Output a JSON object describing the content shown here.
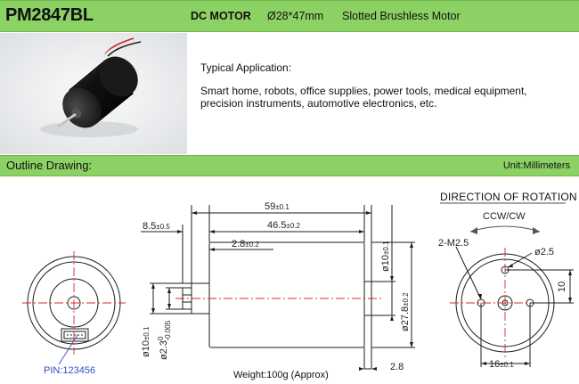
{
  "header": {
    "model_prefix": "PM",
    "model_rest": "2847BL",
    "category": "DC MOTOR",
    "size": "Ø28*47mm",
    "type": "Slotted Brushless Motor"
  },
  "application": {
    "heading": "Typical  Application:",
    "lines": [
      "Smart home, robots, office supplies, power tools, medical equipment,",
      "precision instruments, automotive electronics, etc."
    ]
  },
  "outline": {
    "title": "Outline Drawing:",
    "unit": "Unit:Millimeters"
  },
  "drawing": {
    "dim_length": "59",
    "dim_length_tol": "±0.1",
    "dim_body": "46.5",
    "dim_body_tol": "±0.2",
    "dim_boss": "2.8",
    "dim_boss_tol": "±0.2",
    "dim_shaft": "8.5",
    "dim_shaft_tol": "±0.5",
    "dim_rear_dia": "ø10",
    "dim_rear_dia_tol": "±0.1",
    "dim_body_dia": "ø27.8",
    "dim_body_dia_tol": "±0.2",
    "dim_front_dia": "ø10",
    "dim_front_dia_tol": "±0.1",
    "dim_shaft_dia": "ø2.3",
    "dim_shaft_dia_tol_top": "0",
    "dim_shaft_dia_tol_bot": "-0.005",
    "dim_rear_len": "2.8",
    "pin_label": "PIN:123456",
    "weight": "Weight:100g (Approx)",
    "rotation_title": "DIRECTION OF ROTATION",
    "rotation_dir": "CCW/CW",
    "holes": "2-M2.5",
    "hole_dia": "ø2.5",
    "hole_offset": "10",
    "hole_spacing": "16",
    "hole_spacing_tol": "±0.1"
  }
}
